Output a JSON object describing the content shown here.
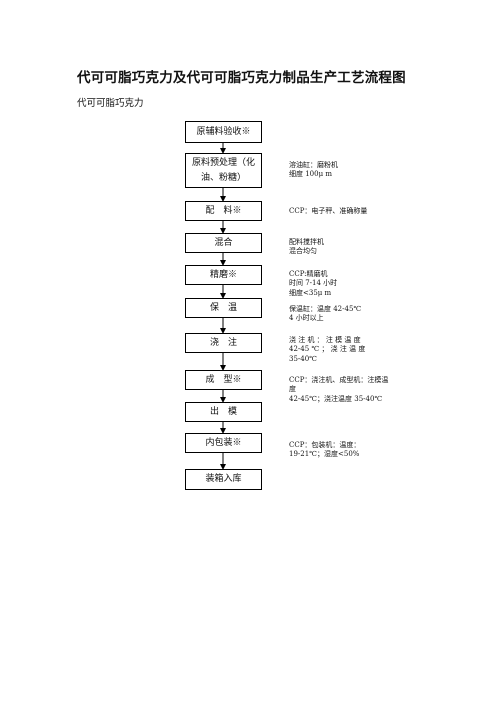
{
  "title": "代可可脂巧克力及代可可脂巧克力制品生产工艺流程图",
  "subtitle": "代可可脂巧克力",
  "steps": [
    {
      "label": "原辅料验收※"
    },
    {
      "label": "原料预处理（化油、粉糖）"
    },
    {
      "label": "配　料※"
    },
    {
      "label": "混合"
    },
    {
      "label": "精磨※"
    },
    {
      "label": "保　温"
    },
    {
      "label": "浇　注"
    },
    {
      "label": "成　型※"
    },
    {
      "label": "出　模"
    },
    {
      "label": "内包装※"
    },
    {
      "label": "装箱入库"
    }
  ],
  "notes": [
    {
      "text": "溶油缸：磨粉机\n细度 100μ m"
    },
    {
      "text": "CCP：电子秤、准确称量"
    },
    {
      "text": "配料搅拌机\n混合均匀"
    },
    {
      "text": "CCP:精磨机\n时间 7-14 小时\n细度<35μ m"
    },
    {
      "text": "保温缸：温度 42-45℃\n4 小时以上"
    },
    {
      "text": "浇 注 机 ： 注 模 温 度\n42-45 ℃ ； 浇 注 温 度\n35-40℃"
    },
    {
      "text": "CCP：浇注机、成型机：注模温度\n42-45℃；浇注温度 35-40℃"
    },
    {
      "text": "CCP：包装机：温度：\n19-21℃；湿度<50%"
    }
  ]
}
